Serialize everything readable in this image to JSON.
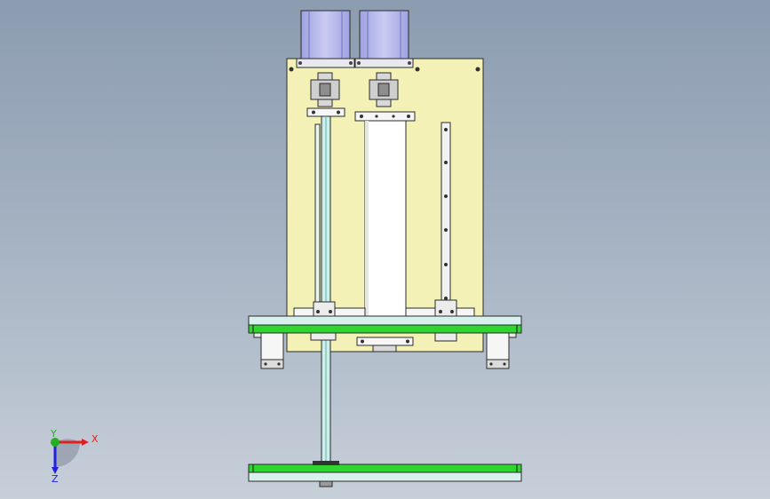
{
  "viewport": {
    "background_top": "#8c9cb0",
    "background_bottom": "#c7cfd9"
  },
  "colors": {
    "back_plate": "#f3f1b6",
    "motor_body": "#b9bbeb",
    "base_plate": "#d9f1ee",
    "green_plate": "#2fd62f",
    "outline": "#2a2a2a"
  },
  "triad": {
    "x_label": "X",
    "y_label": "Y",
    "z_label": "Z",
    "x_color": "#e02020",
    "y_color": "#20b020",
    "z_color": "#2020e0"
  }
}
